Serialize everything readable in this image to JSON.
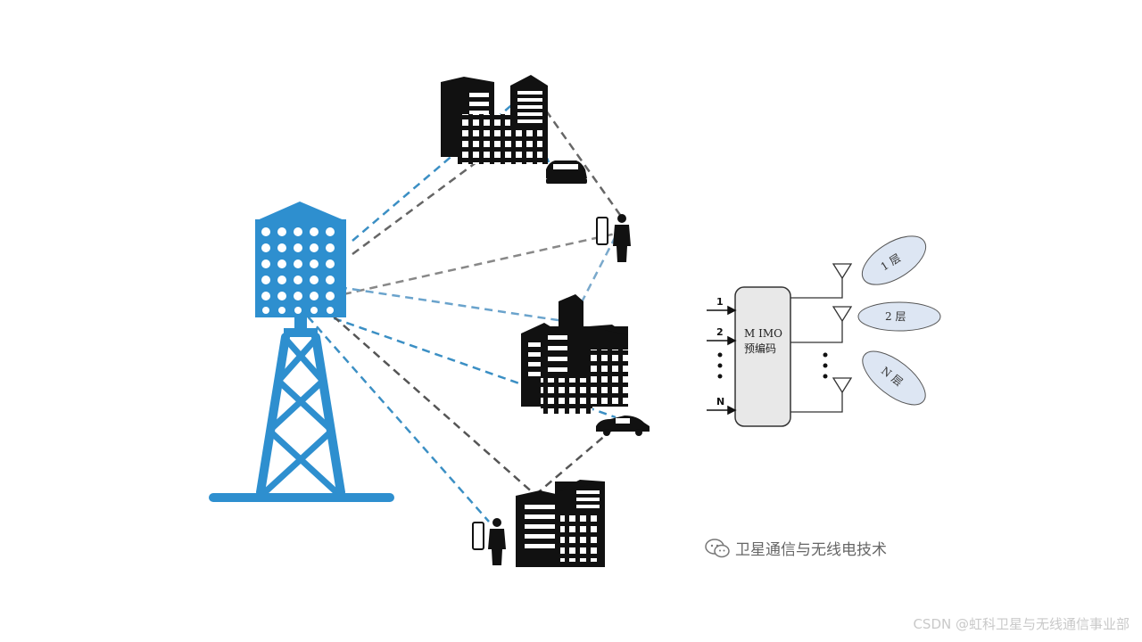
{
  "mimo_block": {
    "line1": "M IMO",
    "line2": "预编码",
    "inputs": [
      "1",
      "2",
      "N"
    ]
  },
  "beams": [
    "1 层",
    "2 层",
    "N 层"
  ],
  "watermarks": {
    "wechat": "卫星通信与无线电技术",
    "csdn": "CSDN @虹科卫星与无线通信事业部"
  },
  "colors": {
    "tower_blue": "#2e8fcf",
    "blue_dash": "#3b8fc4",
    "gray_dash": "#666666",
    "building_black": "#111111",
    "block_fill": "#e8e8e8",
    "beam_fill": "#dde6f3"
  },
  "icons": [
    "cell-tower-icon",
    "building-icon",
    "car-icon",
    "person-with-phone-icon",
    "antenna-icon",
    "wechat-icon"
  ]
}
